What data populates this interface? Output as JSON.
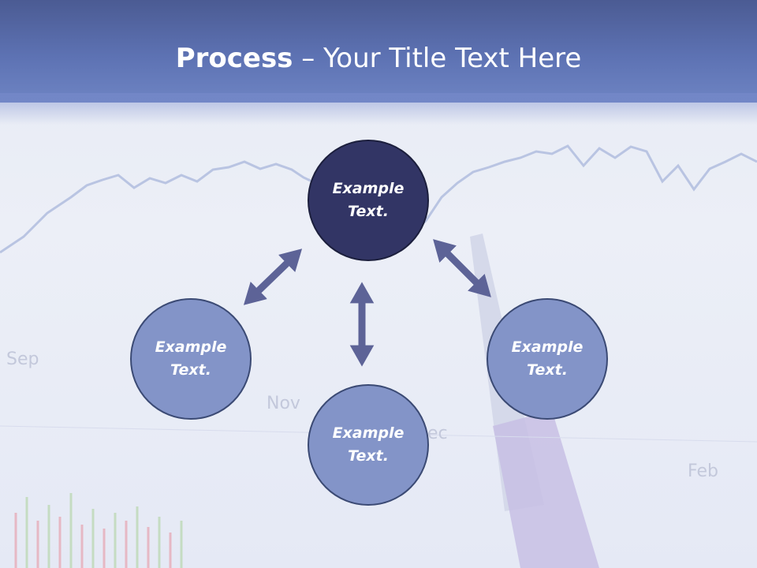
{
  "title": {
    "bold": "Process",
    "rest": " – Your Title Text Here"
  },
  "diagram": {
    "nodes": [
      {
        "id": "top",
        "text": "Example\nText."
      },
      {
        "id": "left",
        "text": "Example\nText."
      },
      {
        "id": "bottom",
        "text": "Example\nText."
      },
      {
        "id": "right",
        "text": "Example\nText."
      }
    ],
    "connectors": [
      {
        "from": "top",
        "to": "left",
        "type": "double-arrow"
      },
      {
        "from": "top",
        "to": "bottom",
        "type": "double-arrow"
      },
      {
        "from": "top",
        "to": "right",
        "type": "double-arrow"
      }
    ]
  },
  "background": {
    "axis_labels": [
      "Sep",
      "Nov",
      "Dec",
      "Feb"
    ]
  },
  "colors": {
    "title_bar": "#5d72b3",
    "center_node": "#323565",
    "outer_node": "#8394c8",
    "arrow": "#5d6397"
  }
}
